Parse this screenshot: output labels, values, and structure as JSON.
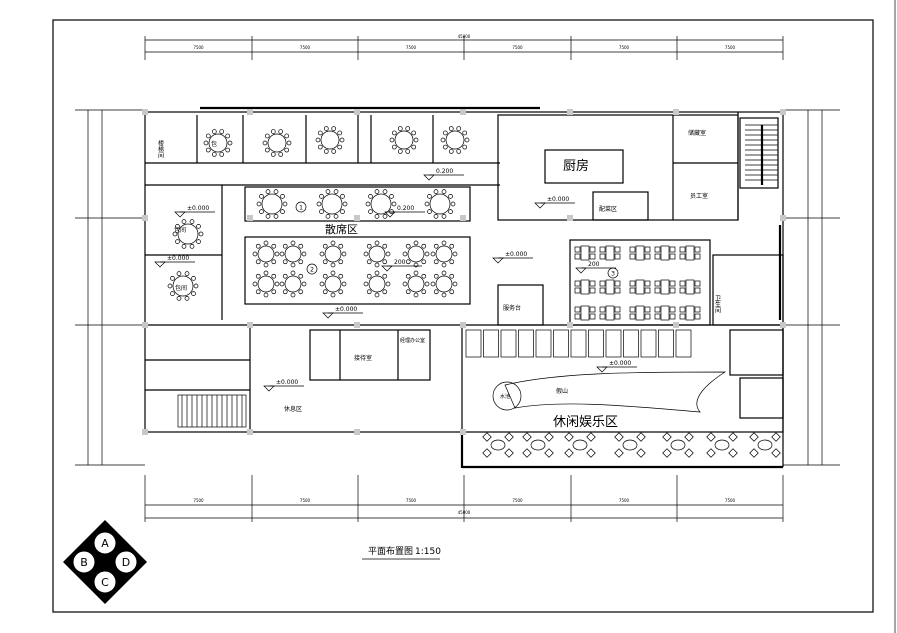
{
  "drawing": {
    "title": "平面布置图",
    "scale": "1:150",
    "compass_letters": [
      "A",
      "B",
      "C",
      "D"
    ]
  },
  "dimensions": {
    "overall": "45000",
    "segments": [
      "7500",
      "7500",
      "7500",
      "7500",
      "7500",
      "7500"
    ]
  },
  "rooms": {
    "kitchen": "厨房",
    "dining_hall": "散席区",
    "leisure_area": "休闲娱乐区",
    "serving_room": "配菜区",
    "storage": "储藏室",
    "staff_room": "员工室",
    "service_counter": "服务台",
    "manager_office": "经理办公室",
    "meeting_room": "接待室",
    "rest_area": "休息区",
    "restroom": "卫生间",
    "rockery": "假山",
    "pond": "水池",
    "private_room_left": "包间",
    "private_room_top": "包",
    "stair_corridor": "楼梯间"
  },
  "elevations": {
    "zero": "±0.000",
    "raised": "0.200",
    "step": "200"
  },
  "zone_markers": [
    "1",
    "2",
    "3"
  ]
}
